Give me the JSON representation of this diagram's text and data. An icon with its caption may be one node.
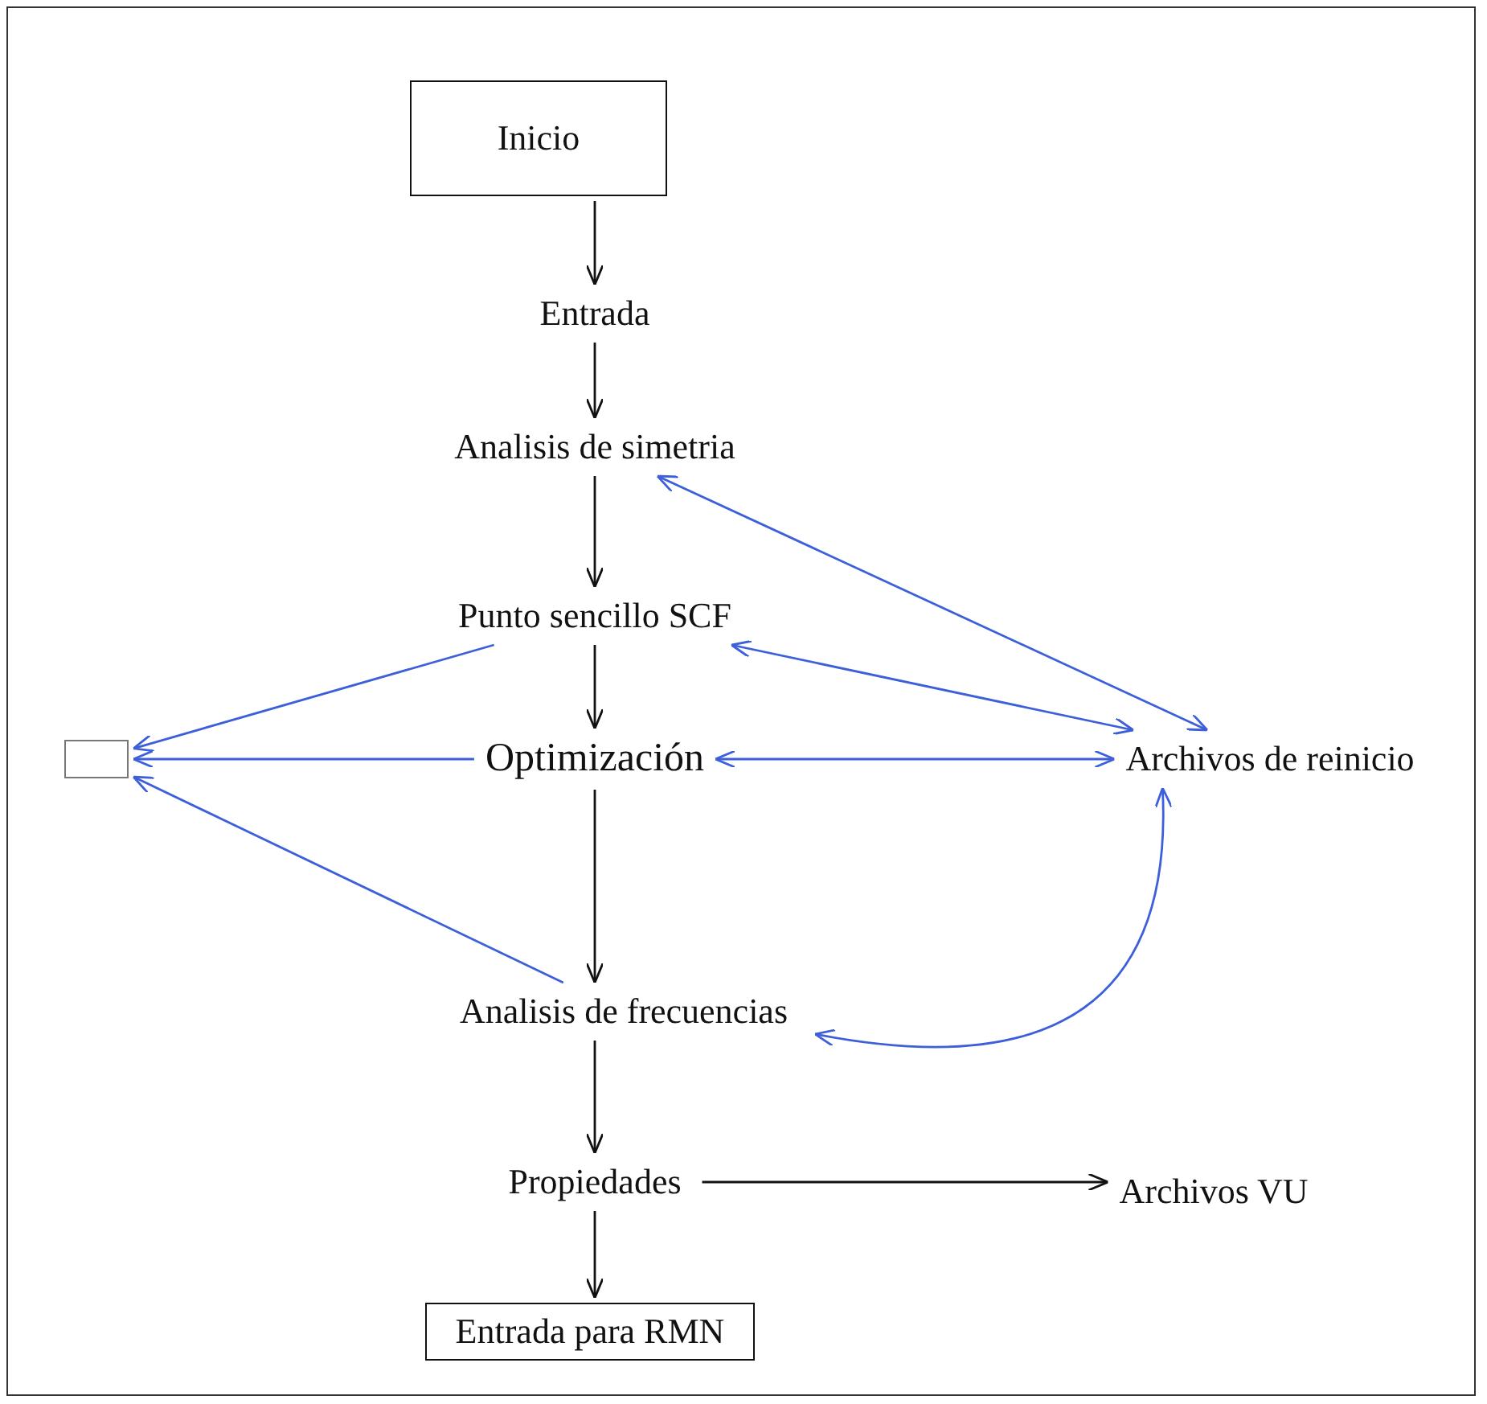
{
  "diagram": {
    "nodes": [
      {
        "text": [
          "Inicio"
        ]
      },
      {
        "text": [
          "Entrada"
        ]
      },
      {
        "text": [
          "Analisis de simetria"
        ]
      },
      {
        "text": [
          "Punto sencillo SCF"
        ]
      },
      {
        "text": [
          "Optimización"
        ]
      },
      {
        "text": [
          "Analisis de frecuencias"
        ]
      },
      {
        "text": [
          "Propiedades"
        ]
      },
      {
        "text": [
          "Entrada para RMN"
        ]
      },
      {
        "text": [],
        "shape": "box"
      },
      {
        "text": [
          "Archivos de reinicio"
        ]
      },
      {
        "text": [
          "Archivos VU"
        ]
      }
    ],
    "edges": [
      {
        "from": 0,
        "to": 1,
        "arrow": "to"
      },
      {
        "from": 1,
        "to": 2,
        "arrow": "to"
      },
      {
        "from": 2,
        "to": 3,
        "arrow": "to"
      },
      {
        "from": 3,
        "to": 4,
        "arrow": "to"
      },
      {
        "from": 4,
        "to": 5,
        "arrow": "to"
      },
      {
        "from": 5,
        "to": 6,
        "arrow": "to"
      },
      {
        "from": 6,
        "to": 7,
        "arrow": "to"
      },
      {
        "from": 6,
        "to": 10,
        "arrow": "to"
      },
      {
        "from": 3,
        "to": 8,
        "arrow": "to",
        "color": "#3d5fd9"
      },
      {
        "from": 4,
        "to": 8,
        "arrow": "to",
        "color": "#3d5fd9"
      },
      {
        "from": 5,
        "to": 8,
        "arrow": "to",
        "color": "#3d5fd9"
      },
      {
        "from": 2,
        "to": 9,
        "arrow": "both",
        "color": "#3d5fd9"
      },
      {
        "from": 3,
        "to": 9,
        "arrow": "both",
        "color": "#3d5fd9"
      },
      {
        "from": 4,
        "to": 9,
        "arrow": "both",
        "color": "#3d5fd9"
      },
      {
        "from": 5,
        "to": 9,
        "arrow": "both",
        "color": "#3d5fd9"
      }
    ]
  }
}
